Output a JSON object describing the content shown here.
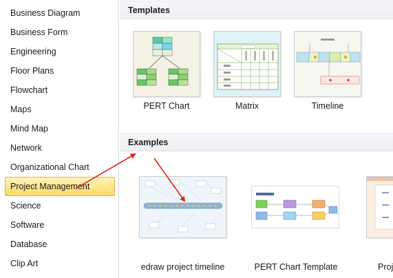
{
  "sidebar": {
    "items": [
      {
        "label": "Business Diagram"
      },
      {
        "label": "Business Form"
      },
      {
        "label": "Engineering"
      },
      {
        "label": "Floor Plans"
      },
      {
        "label": "Flowchart"
      },
      {
        "label": "Maps"
      },
      {
        "label": "Mind Map"
      },
      {
        "label": "Network"
      },
      {
        "label": "Organizational Chart"
      },
      {
        "label": "Project Management",
        "selected": true
      },
      {
        "label": "Science"
      },
      {
        "label": "Software"
      },
      {
        "label": "Database"
      },
      {
        "label": "Clip Art"
      }
    ]
  },
  "templates": {
    "title": "Templates",
    "items": [
      {
        "label": "PERT Chart"
      },
      {
        "label": "Matrix"
      },
      {
        "label": "Timeline"
      }
    ]
  },
  "examples": {
    "title": "Examples",
    "items": [
      {
        "label": "edraw project timeline"
      },
      {
        "label": "PERT Chart Template"
      },
      {
        "label": "Proj"
      }
    ]
  },
  "annotations": {
    "arrow_color": "#e0201b"
  },
  "colors": {
    "selected_bg": "#fbd96a",
    "header_bg": "#eceef2"
  }
}
